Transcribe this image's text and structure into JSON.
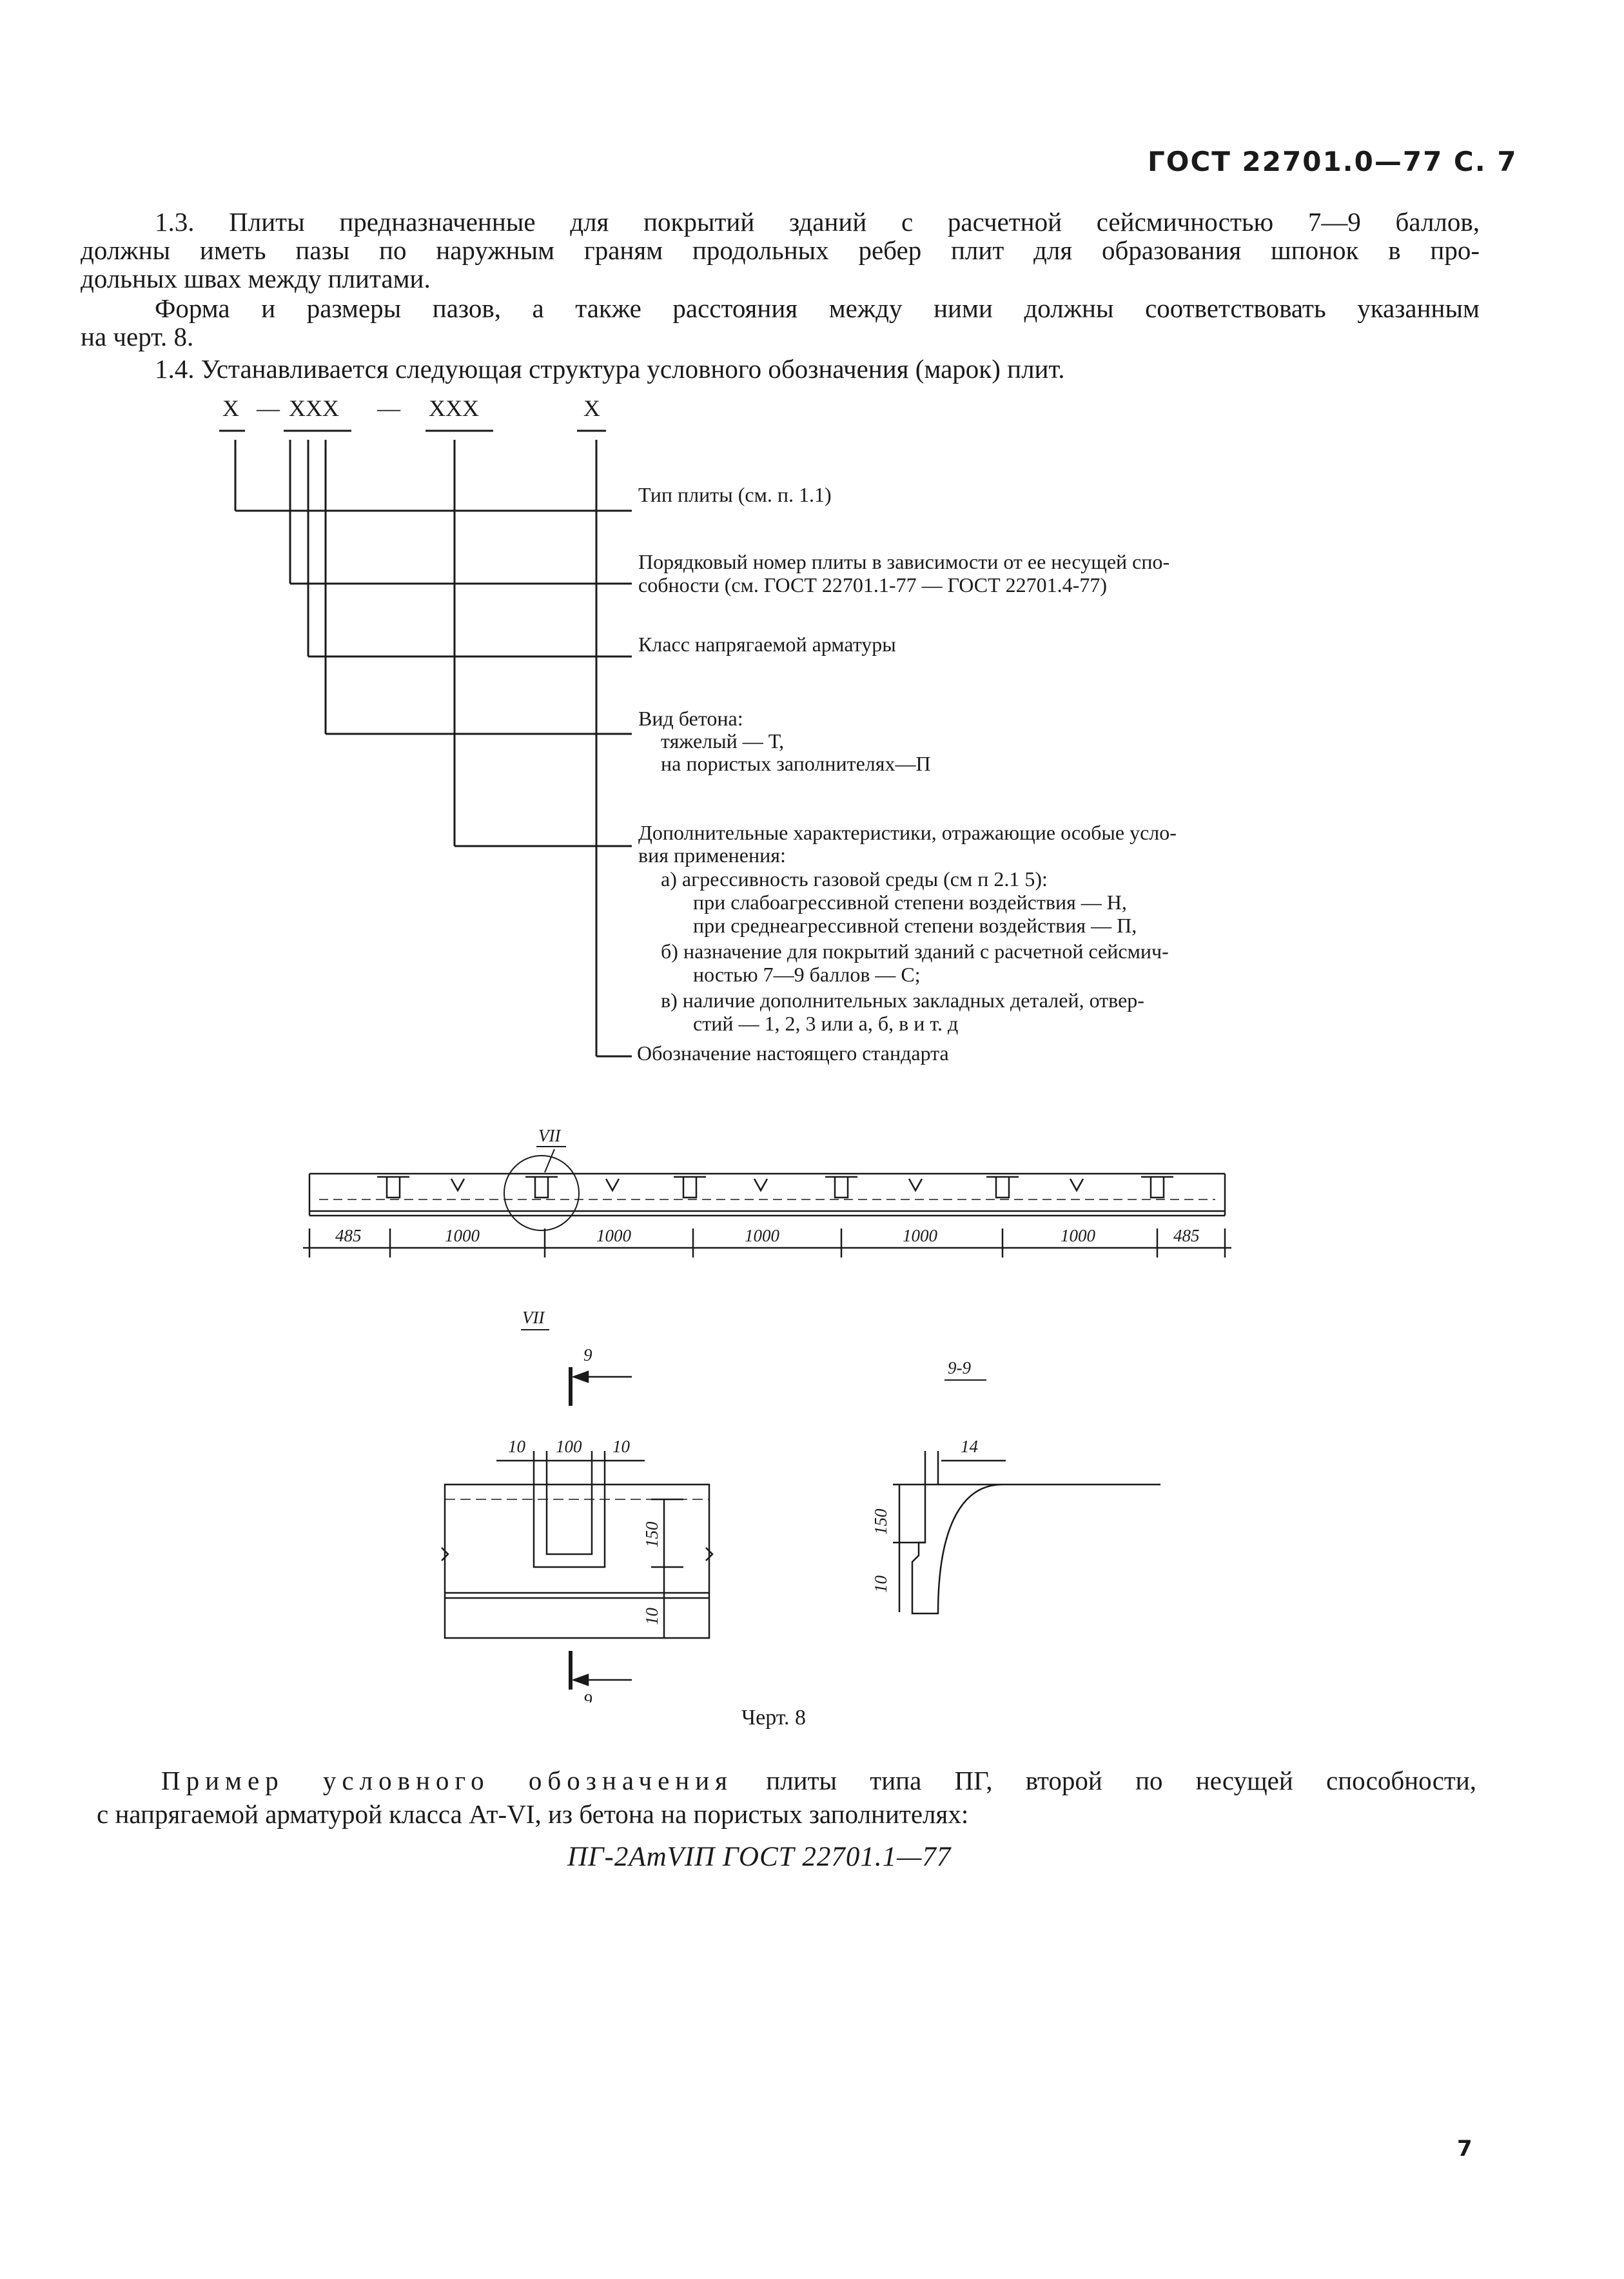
{
  "header": {
    "title": "ГОСТ 22701.0—77 С. 7"
  },
  "paragraphs": {
    "p13_line1": "1.3. Плиты предназначенные для покрытий зданий с расчетной сейсмичностью 7—9 баллов,",
    "p13_line2": "должны иметь пазы по наружным граням продольных ребер плит для образования шпонок в про-",
    "p13_line3": "дольных швах между плитами.",
    "form_line1": "Форма и размеры пазов, а также расстояния между ними должны соответствовать указанным",
    "form_line2": "на черт. 8.",
    "p14": "1.4. Устанавливается следующая структура условного обозначения (марок) плит."
  },
  "scheme": {
    "codes": [
      "Х",
      "—",
      "ХХХ",
      "—",
      "ХХХ",
      "Х"
    ],
    "labels": {
      "type": "Тип плиты (см. п. 1.1)",
      "number_1": "Порядковый номер плиты в зависимости от ее несущей спо-",
      "number_2": "собности (см. ГОСТ 22701.1-77 — ГОСТ 22701.4-77)",
      "class": "Класс напрягаемой арматуры",
      "concrete_title": "Вид бетона:",
      "concrete_heavy": "тяжелый — Т,",
      "concrete_porous": "на пористых заполнителях—П",
      "extra_1": "Дополнительные характеристики, отражающие особые усло-",
      "extra_2": "вия применения:",
      "extra_a": "а) агрессивность газовой среды (см п 2.1 5):",
      "extra_a1": "при слабоагрессивной степени воздействия — Н,",
      "extra_a2": "при среднеагрессивной степени воздействия — П,",
      "extra_b1": "б) назначение для покрытий зданий с расчетной сейсмич-",
      "extra_b2": "ностью 7—9 баллов — С;",
      "extra_v1": "в) наличие дополнительных закладных деталей, отвер-",
      "extra_v2": "стий — 1, 2, 3 или а, б, в и т. д",
      "standard": "Обозначение настоящего стандарта"
    }
  },
  "drawing": {
    "detail_mark": "VII",
    "dims": [
      "485",
      "1000",
      "1000",
      "1000",
      "1000",
      "1000",
      "485"
    ],
    "detail": {
      "title": "VII",
      "section": "9",
      "dims": {
        "left": "10",
        "mid": "100",
        "right": "10",
        "height": "150",
        "bottom": "10"
      }
    },
    "section": {
      "title": "9-9",
      "dims": {
        "top": "14",
        "height": "150",
        "bottom": "10"
      }
    },
    "caption": "Черт. 8"
  },
  "example": {
    "lead": "Пример условного обозначения",
    "rest": "плиты типа ПГ, второй по несущей способности,",
    "line2": "с напрягаемой арматурой класса Ат-VI, из бетона на пористых заполнителях:",
    "formula": "ПГ-2АтVIП ГОСТ 22701.1—77"
  },
  "page_number": "7"
}
